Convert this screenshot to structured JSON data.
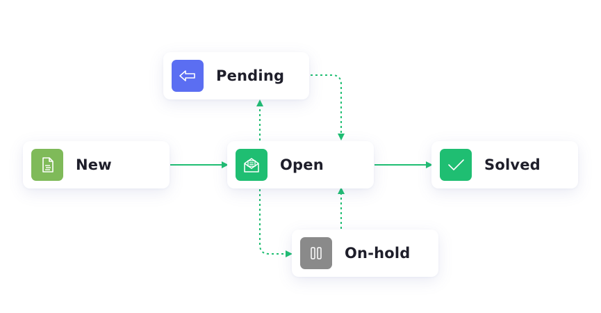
{
  "nodes": {
    "new": {
      "label": "New",
      "icon": "document-icon",
      "color": "#7fba59"
    },
    "open": {
      "label": "Open",
      "icon": "envelope-open-icon",
      "color": "#1fbe72"
    },
    "pending": {
      "label": "Pending",
      "icon": "arrow-left-icon",
      "color": "#5b6ef2"
    },
    "onhold": {
      "label": "On-hold",
      "icon": "pause-icon",
      "color": "#8a8a8a"
    },
    "solved": {
      "label": "Solved",
      "icon": "checkmark-icon",
      "color": "#1fbe72"
    }
  },
  "colors": {
    "connector": "#1fbe72"
  }
}
